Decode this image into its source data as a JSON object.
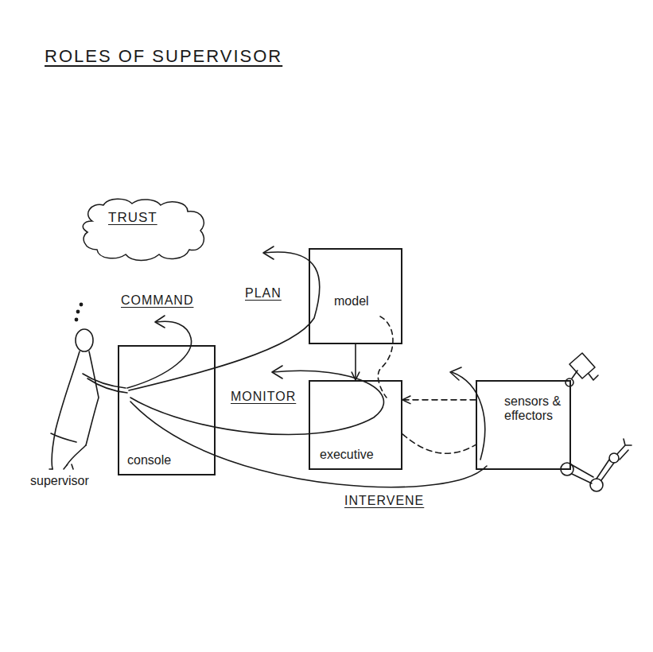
{
  "diagram": {
    "title": "ROLES OF SUPERVISOR",
    "nodes": [
      {
        "text": [
          "TRUST"
        ]
      },
      {
        "text": [
          "console"
        ]
      },
      {
        "text": [
          "model"
        ]
      },
      {
        "text": [
          "executive"
        ]
      },
      {
        "text": [
          "sensors & effectors"
        ]
      }
    ],
    "edges": [
      {
        "from": 2,
        "to": 3,
        "arrow": "to"
      },
      {
        "from": 4,
        "to": 3,
        "arrow": "to"
      },
      {
        "from": 3,
        "to": 4,
        "arrow": "none"
      }
    ],
    "labels": [
      "COMMAND",
      "PLAN",
      "MONITOR",
      "INTERVENE",
      "supervisor"
    ]
  }
}
